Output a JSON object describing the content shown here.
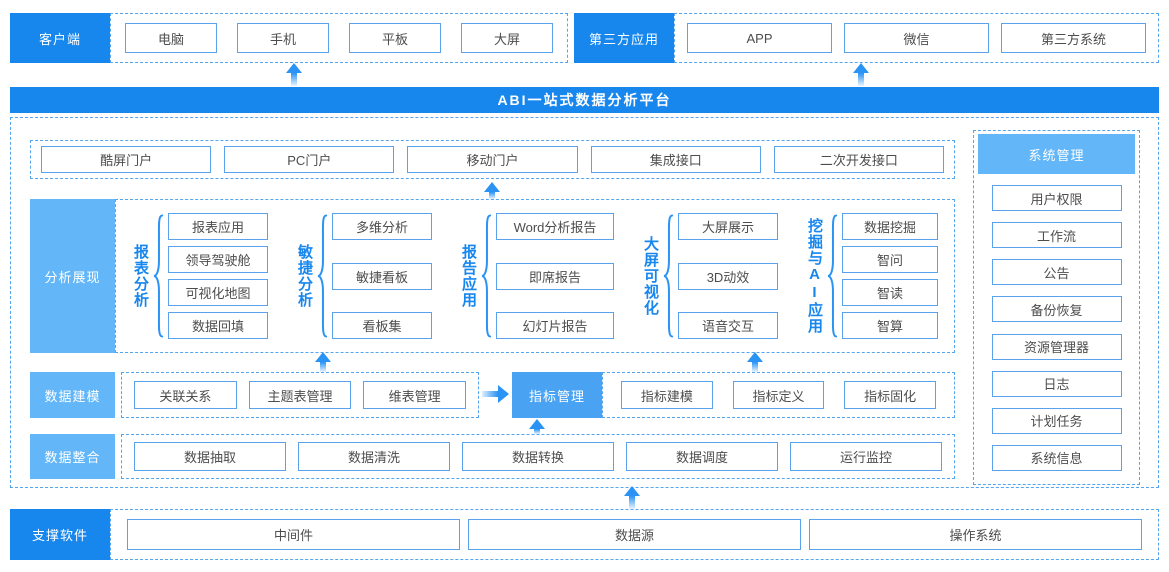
{
  "colors": {
    "primary": "#1787ee",
    "accent": "#49a3f2",
    "light": "#63b6f8",
    "box-border": "#5aa2ee",
    "dash": "#55a4f0",
    "arrow": "#2a93f4",
    "text": "#4d4d4d",
    "label": "#1787ee"
  },
  "icons": {
    "arrow_up": "triangle-up-with-fading-stem",
    "arrow_right": "triangle-right-with-fading-stem",
    "brace": "left-curly-brace"
  },
  "top": {
    "client": {
      "label": "客户端",
      "items": [
        "电脑",
        "手机",
        "平板",
        "大屏"
      ]
    },
    "third_party": {
      "label": "第三方应用",
      "items": [
        "APP",
        "微信",
        "第三方系统"
      ]
    }
  },
  "banner": {
    "title": "ABI一站式数据分析平台"
  },
  "portals": {
    "items": [
      "酷屏门户",
      "PC门户",
      "移动门户",
      "集成接口",
      "二次开发接口"
    ]
  },
  "analysis": {
    "label": "分析展现",
    "groups": [
      {
        "label": "报表分析",
        "items": [
          "报表应用",
          "领导驾驶舱",
          "可视化地图",
          "数据回填"
        ]
      },
      {
        "label": "敏捷分析",
        "items": [
          "多维分析",
          "敏捷看板",
          "看板集"
        ]
      },
      {
        "label": "报告应用",
        "items": [
          "Word分析报告",
          "即席报告",
          "幻灯片报告"
        ]
      },
      {
        "label": "大屏可视化",
        "items": [
          "大屏展示",
          "3D动效",
          "语音交互"
        ]
      },
      {
        "label": "挖掘与AI应用",
        "items": [
          "数据挖掘",
          "智问",
          "智读",
          "智算"
        ]
      }
    ]
  },
  "modeling": {
    "label": "数据建模",
    "items": [
      "关联关系",
      "主题表管理",
      "维表管理"
    ],
    "indicator": {
      "label": "指标管理",
      "items": [
        "指标建模",
        "指标定义",
        "指标固化"
      ]
    }
  },
  "integration": {
    "label": "数据整合",
    "items": [
      "数据抽取",
      "数据清洗",
      "数据转换",
      "数据调度",
      "运行监控"
    ]
  },
  "system": {
    "label": "系统管理",
    "items": [
      "用户权限",
      "工作流",
      "公告",
      "备份恢复",
      "资源管理器",
      "日志",
      "计划任务",
      "系统信息"
    ]
  },
  "support": {
    "label": "支撑软件",
    "items": [
      "中间件",
      "数据源",
      "操作系统"
    ]
  }
}
